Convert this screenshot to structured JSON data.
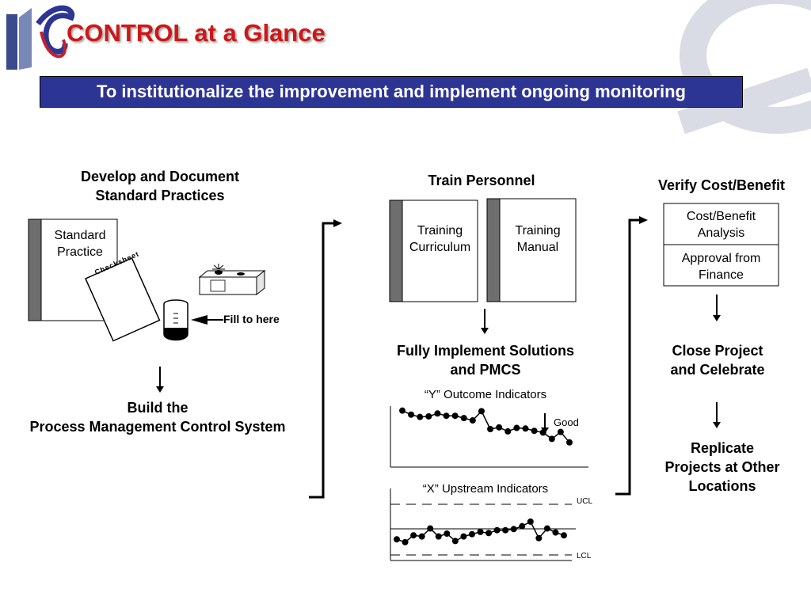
{
  "header": {
    "title": "CONTROL at a Glance",
    "subtitle": "To institutionalize the improvement and implement ongoing monitoring"
  },
  "left_column": {
    "heading_line1": "Develop and Document",
    "heading_line2": "Standard Practices",
    "standard_practice_line1": "Standard",
    "standard_practice_line2": "Practice",
    "checksheet_label": "Checksheet",
    "fill_label": "Fill to here",
    "build_line1": "Build the",
    "build_line2": "Process Management Control System"
  },
  "middle_column": {
    "heading": "Train Personnel",
    "training_curriculum_line1": "Training",
    "training_curriculum_line2": "Curriculum",
    "training_manual_line1": "Training",
    "training_manual_line2": "Manual",
    "implement_line1": "Fully Implement Solutions",
    "implement_line2": "and PMCS",
    "y_chart_title": "“Y”  Outcome Indicators",
    "good_label": "Good",
    "x_chart_title": "“X” Upstream Indicators",
    "ucl_label": "UCL",
    "lcl_label": "LCL"
  },
  "right_column": {
    "heading": "Verify Cost/Benefit",
    "cost_benefit_line1": "Cost/Benefit",
    "cost_benefit_line2": "Analysis",
    "approval_line1": "Approval from",
    "approval_line2": "Finance",
    "close_line1": "Close Project",
    "close_line2": "and Celebrate",
    "replicate_line1": "Replicate",
    "replicate_line2": "Projects at Other",
    "replicate_line3": "Locations"
  },
  "chart_data": [
    {
      "type": "line",
      "title": "“Y”  Outcome Indicators",
      "x": [
        1,
        2,
        3,
        4,
        5,
        6,
        7,
        8,
        9,
        10,
        11,
        12,
        13,
        14,
        15,
        16,
        17,
        18,
        19,
        20
      ],
      "values": [
        95,
        88,
        84,
        85,
        90,
        86,
        86,
        82,
        78,
        94,
        63,
        66,
        59,
        65,
        64,
        60,
        57,
        46,
        58,
        40
      ],
      "annotation": "Good (downward)"
    },
    {
      "type": "line",
      "title": "“X” Upstream Indicators",
      "x": [
        1,
        2,
        3,
        4,
        5,
        6,
        7,
        8,
        9,
        10,
        11,
        12,
        13,
        14,
        15,
        16,
        17,
        18,
        19,
        20,
        21
      ],
      "values": [
        33,
        28,
        40,
        38,
        52,
        38,
        43,
        30,
        38,
        42,
        46,
        44,
        49,
        49,
        51,
        56,
        64,
        35,
        52,
        45,
        40
      ],
      "reference_lines": {
        "UCL": 90,
        "center": 48,
        "LCL": 10
      }
    }
  ],
  "colors": {
    "title_red": "#cc1818",
    "banner_blue": "#2d3594",
    "binder_spine": "#6e6e6e",
    "logo_gray": "#d9dce4"
  }
}
